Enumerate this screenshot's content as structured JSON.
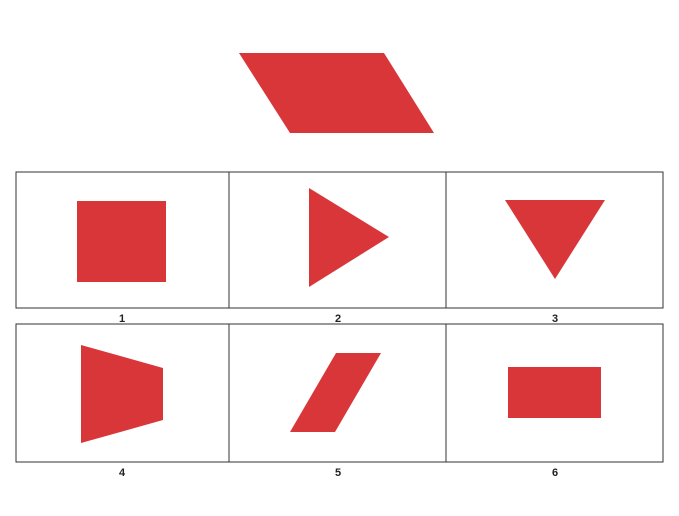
{
  "puzzle": {
    "shape_color": "#d9363a",
    "border_color": "#333333",
    "question_shape": "parallelogram",
    "options": [
      {
        "label": "1",
        "shape": "square"
      },
      {
        "label": "2",
        "shape": "triangle-pointing-right"
      },
      {
        "label": "3",
        "shape": "triangle-pointing-down"
      },
      {
        "label": "4",
        "shape": "trapezoid"
      },
      {
        "label": "5",
        "shape": "parallelogram"
      },
      {
        "label": "6",
        "shape": "rectangle"
      }
    ]
  }
}
